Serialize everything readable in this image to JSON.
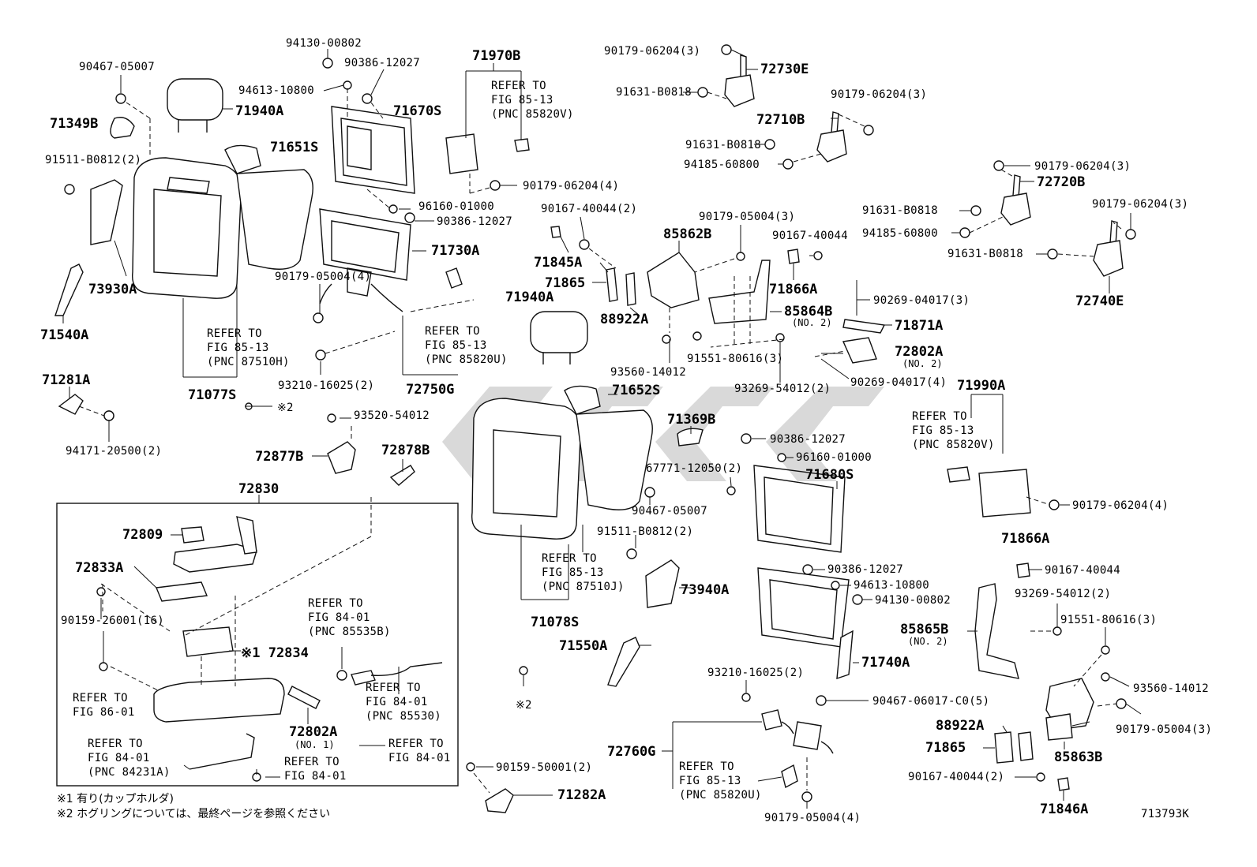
{
  "diagram_code": "713793K",
  "footnotes": [
    "※1 有り(カップホルダ)",
    "※2 ホグリングについては、最終ページを参照ください"
  ],
  "labels": [
    {
      "id": "l1",
      "text": "94130-00802",
      "kind": "lbl"
    },
    {
      "id": "l2",
      "text": "90467-05007",
      "kind": "lbl"
    },
    {
      "id": "l3",
      "text": "90386-12027",
      "kind": "lbl"
    },
    {
      "id": "l4",
      "text": "94613-10800",
      "kind": "lbl"
    },
    {
      "id": "l5",
      "text": "71940A",
      "kind": "big"
    },
    {
      "id": "l6",
      "text": "71349B",
      "kind": "big"
    },
    {
      "id": "l7",
      "text": "71670S",
      "kind": "big"
    },
    {
      "id": "l8",
      "text": "71651S",
      "kind": "big"
    },
    {
      "id": "l9",
      "text": "91511-B0812(2)",
      "kind": "lbl"
    },
    {
      "id": "l10",
      "text": "96160-01000",
      "kind": "lbl"
    },
    {
      "id": "l11",
      "text": "90386-12027",
      "kind": "lbl"
    },
    {
      "id": "l12",
      "text": "71730A",
      "kind": "big"
    },
    {
      "id": "l13",
      "text": "73930A",
      "kind": "big"
    },
    {
      "id": "l14",
      "text": "90179-05004(4)",
      "kind": "lbl"
    },
    {
      "id": "l15",
      "text": "71540A",
      "kind": "big"
    },
    {
      "id": "l16",
      "text": "REFER TO",
      "kind": "lbl"
    },
    {
      "id": "l17",
      "text": "FIG 85-13",
      "kind": "lbl"
    },
    {
      "id": "l18",
      "text": "(PNC 87510H)",
      "kind": "lbl"
    },
    {
      "id": "l19",
      "text": "REFER TO",
      "kind": "lbl"
    },
    {
      "id": "l20",
      "text": "FIG 85-13",
      "kind": "lbl"
    },
    {
      "id": "l21",
      "text": "(PNC 85820U)",
      "kind": "lbl"
    },
    {
      "id": "l22",
      "text": "93210-16025(2)",
      "kind": "lbl"
    },
    {
      "id": "l23",
      "text": "72750G",
      "kind": "big"
    },
    {
      "id": "l24",
      "text": "71281A",
      "kind": "big"
    },
    {
      "id": "l25",
      "text": "71077S",
      "kind": "big"
    },
    {
      "id": "l26",
      "text": "※2",
      "kind": "lbl"
    },
    {
      "id": "l27",
      "text": "94171-20500(2)",
      "kind": "lbl"
    },
    {
      "id": "l28",
      "text": "93520-54012",
      "kind": "lbl"
    },
    {
      "id": "l29",
      "text": "72877B",
      "kind": "big"
    },
    {
      "id": "l30",
      "text": "72878B",
      "kind": "big"
    },
    {
      "id": "l31",
      "text": "72830",
      "kind": "big"
    },
    {
      "id": "l32",
      "text": "72809",
      "kind": "big"
    },
    {
      "id": "l33",
      "text": "72833A",
      "kind": "big"
    },
    {
      "id": "l34",
      "text": "90159-26001(16)",
      "kind": "lbl"
    },
    {
      "id": "l35",
      "text": "※1 72834",
      "kind": "big"
    },
    {
      "id": "l36",
      "text": "REFER TO",
      "kind": "lbl"
    },
    {
      "id": "l37",
      "text": "FIG 84-01",
      "kind": "lbl"
    },
    {
      "id": "l38",
      "text": "(PNC 85535B)",
      "kind": "lbl"
    },
    {
      "id": "l39",
      "text": "REFER TO",
      "kind": "lbl"
    },
    {
      "id": "l40",
      "text": "FIG 86-01",
      "kind": "lbl"
    },
    {
      "id": "l41",
      "text": "REFER TO",
      "kind": "lbl"
    },
    {
      "id": "l42",
      "text": "FIG 84-01",
      "kind": "lbl"
    },
    {
      "id": "l43",
      "text": "(PNC 85530)",
      "kind": "lbl"
    },
    {
      "id": "l44",
      "text": "72802A",
      "kind": "big"
    },
    {
      "id": "l45",
      "text": "(NO. 1)",
      "kind": "sm"
    },
    {
      "id": "l46",
      "text": "REFER TO",
      "kind": "lbl"
    },
    {
      "id": "l47",
      "text": "FIG 84-01",
      "kind": "lbl"
    },
    {
      "id": "l48",
      "text": "(PNC 84231A)",
      "kind": "lbl"
    },
    {
      "id": "l49",
      "text": "REFER TO",
      "kind": "lbl"
    },
    {
      "id": "l50",
      "text": "FIG 84-01",
      "kind": "lbl"
    },
    {
      "id": "l51",
      "text": "REFER TO",
      "kind": "lbl"
    },
    {
      "id": "l52",
      "text": "FIG 84-01",
      "kind": "lbl"
    },
    {
      "id": "l53",
      "text": "90159-50001(2)",
      "kind": "lbl"
    },
    {
      "id": "l54",
      "text": "71282A",
      "kind": "big"
    },
    {
      "id": "l55",
      "text": "71970B",
      "kind": "big"
    },
    {
      "id": "l56",
      "text": "REFER TO",
      "kind": "lbl"
    },
    {
      "id": "l57",
      "text": "FIG 85-13",
      "kind": "lbl"
    },
    {
      "id": "l58",
      "text": "(PNC 85820V)",
      "kind": "lbl"
    },
    {
      "id": "l59",
      "text": "90179-06204(4)",
      "kind": "lbl"
    },
    {
      "id": "l60",
      "text": "90167-40044(2)",
      "kind": "lbl"
    },
    {
      "id": "l61",
      "text": "71845A",
      "kind": "big"
    },
    {
      "id": "l62",
      "text": "71865",
      "kind": "big"
    },
    {
      "id": "l63",
      "text": "71940A",
      "kind": "big"
    },
    {
      "id": "l64",
      "text": "88922A",
      "kind": "big"
    },
    {
      "id": "l65",
      "text": "93560-14012",
      "kind": "lbl"
    },
    {
      "id": "l66",
      "text": "71652S",
      "kind": "big"
    },
    {
      "id": "l67",
      "text": "71369B",
      "kind": "big"
    },
    {
      "id": "l68",
      "text": "67771-12050(2)",
      "kind": "lbl"
    },
    {
      "id": "l69",
      "text": "90467-05007",
      "kind": "lbl"
    },
    {
      "id": "l70",
      "text": "91511-B0812(2)",
      "kind": "lbl"
    },
    {
      "id": "l71",
      "text": "REFER TO",
      "kind": "lbl"
    },
    {
      "id": "l72",
      "text": "FIG 85-13",
      "kind": "lbl"
    },
    {
      "id": "l73",
      "text": "(PNC 87510J)",
      "kind": "lbl"
    },
    {
      "id": "l74",
      "text": "73940A",
      "kind": "big"
    },
    {
      "id": "l75",
      "text": "71078S",
      "kind": "big"
    },
    {
      "id": "l76",
      "text": "71550A",
      "kind": "big"
    },
    {
      "id": "l77",
      "text": "※2",
      "kind": "lbl"
    },
    {
      "id": "l78",
      "text": "90179-06204(3)",
      "kind": "lbl"
    },
    {
      "id": "l79",
      "text": "72730E",
      "kind": "big"
    },
    {
      "id": "l80",
      "text": "91631-B0818",
      "kind": "lbl"
    },
    {
      "id": "l81",
      "text": "90179-06204(3)",
      "kind": "lbl"
    },
    {
      "id": "l82",
      "text": "72710B",
      "kind": "big"
    },
    {
      "id": "l83",
      "text": "91631-B0818",
      "kind": "lbl"
    },
    {
      "id": "l84",
      "text": "94185-60800",
      "kind": "lbl"
    },
    {
      "id": "l85",
      "text": "90179-06204(3)",
      "kind": "lbl"
    },
    {
      "id": "l86",
      "text": "72720B",
      "kind": "big"
    },
    {
      "id": "l87",
      "text": "90179-06204(3)",
      "kind": "lbl"
    },
    {
      "id": "l88",
      "text": "91631-B0818",
      "kind": "lbl"
    },
    {
      "id": "l89",
      "text": "94185-60800",
      "kind": "lbl"
    },
    {
      "id": "l90",
      "text": "91631-B0818",
      "kind": "lbl"
    },
    {
      "id": "l91",
      "text": "72740E",
      "kind": "big"
    },
    {
      "id": "l92",
      "text": "90179-05004(3)",
      "kind": "lbl"
    },
    {
      "id": "l93",
      "text": "85862B",
      "kind": "big"
    },
    {
      "id": "l94",
      "text": "90167-40044",
      "kind": "lbl"
    },
    {
      "id": "l95",
      "text": "71866A",
      "kind": "big"
    },
    {
      "id": "l96",
      "text": "85864B",
      "kind": "big"
    },
    {
      "id": "l97",
      "text": "(NO. 2)",
      "kind": "sm"
    },
    {
      "id": "l98",
      "text": "90269-04017(3)",
      "kind": "lbl"
    },
    {
      "id": "l99",
      "text": "71871A",
      "kind": "big"
    },
    {
      "id": "l100",
      "text": "91551-80616(3)",
      "kind": "lbl"
    },
    {
      "id": "l101",
      "text": "72802A",
      "kind": "big"
    },
    {
      "id": "l102",
      "text": "(NO. 2)",
      "kind": "sm"
    },
    {
      "id": "l103",
      "text": "93269-54012(2)",
      "kind": "lbl"
    },
    {
      "id": "l104",
      "text": "90269-04017(4)",
      "kind": "lbl"
    },
    {
      "id": "l105",
      "text": "71990A",
      "kind": "big"
    },
    {
      "id": "l106",
      "text": "REFER TO",
      "kind": "lbl"
    },
    {
      "id": "l107",
      "text": "FIG 85-13",
      "kind": "lbl"
    },
    {
      "id": "l108",
      "text": "(PNC 85820V)",
      "kind": "lbl"
    },
    {
      "id": "l109",
      "text": "90386-12027",
      "kind": "lbl"
    },
    {
      "id": "l110",
      "text": "96160-01000",
      "kind": "lbl"
    },
    {
      "id": "l111",
      "text": "71680S",
      "kind": "big"
    },
    {
      "id": "l112",
      "text": "90179-06204(4)",
      "kind": "lbl"
    },
    {
      "id": "l113",
      "text": "71866A",
      "kind": "big"
    },
    {
      "id": "l114",
      "text": "90167-40044",
      "kind": "lbl"
    },
    {
      "id": "l115",
      "text": "90386-12027",
      "kind": "lbl"
    },
    {
      "id": "l116",
      "text": "94613-10800",
      "kind": "lbl"
    },
    {
      "id": "l117",
      "text": "94130-00802",
      "kind": "lbl"
    },
    {
      "id": "l118",
      "text": "93269-54012(2)",
      "kind": "lbl"
    },
    {
      "id": "l119",
      "text": "91551-80616(3)",
      "kind": "lbl"
    },
    {
      "id": "l120",
      "text": "85865B",
      "kind": "big"
    },
    {
      "id": "l121",
      "text": "(NO. 2)",
      "kind": "sm"
    },
    {
      "id": "l122",
      "text": "71740A",
      "kind": "big"
    },
    {
      "id": "l123",
      "text": "93210-16025(2)",
      "kind": "lbl"
    },
    {
      "id": "l124",
      "text": "93560-14012",
      "kind": "lbl"
    },
    {
      "id": "l125",
      "text": "90467-06017-C0(5)",
      "kind": "lbl"
    },
    {
      "id": "l126",
      "text": "90179-05004(3)",
      "kind": "lbl"
    },
    {
      "id": "l127",
      "text": "88922A",
      "kind": "big"
    },
    {
      "id": "l128",
      "text": "71865",
      "kind": "big"
    },
    {
      "id": "l129",
      "text": "85863B",
      "kind": "big"
    },
    {
      "id": "l130",
      "text": "72760G",
      "kind": "big"
    },
    {
      "id": "l131",
      "text": "REFER TO",
      "kind": "lbl"
    },
    {
      "id": "l132",
      "text": "FIG 85-13",
      "kind": "lbl"
    },
    {
      "id": "l133",
      "text": "(PNC 85820U)",
      "kind": "lbl"
    },
    {
      "id": "l134",
      "text": "90167-40044(2)",
      "kind": "lbl"
    },
    {
      "id": "l135",
      "text": "90179-05004(4)",
      "kind": "lbl"
    },
    {
      "id": "l136",
      "text": "71846A",
      "kind": "big"
    }
  ]
}
